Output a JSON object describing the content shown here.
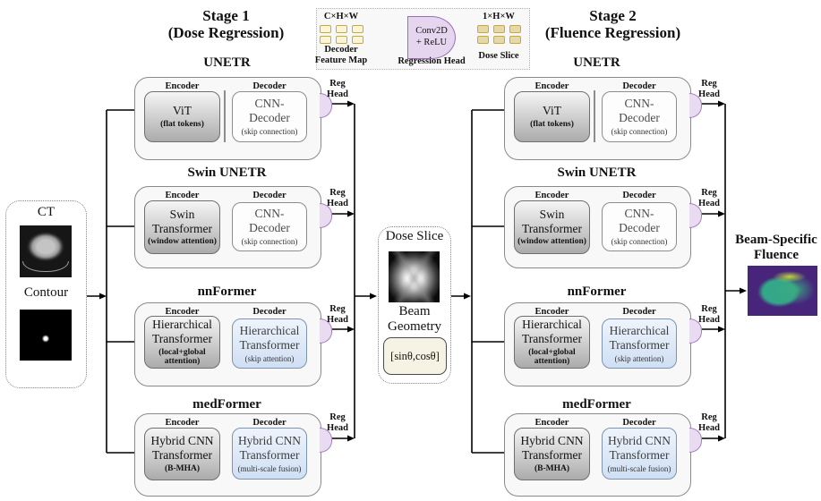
{
  "stage1": {
    "title1": "Stage 1",
    "title2": "(Dose Regression)"
  },
  "stage2": {
    "title1": "Stage 2",
    "title2": "(Fluence Regression)"
  },
  "labels": {
    "encoder": "Encoder",
    "decoder": "Decoder",
    "reg1": "Reg",
    "reg2": "Head"
  },
  "legend": {
    "in_dims": "C×H×W",
    "in_cap1": "Decoder",
    "in_cap2": "Feature Map",
    "head1": "Conv2D",
    "head2": "+ ReLU",
    "head_cap": "Regression Head",
    "out_dims": "1×H×W",
    "out_cap": "Dose Slice"
  },
  "input_panel": {
    "ct": "CT",
    "contour": "Contour"
  },
  "middle_panel": {
    "dose": "Dose Slice",
    "beam1": "Beam",
    "beam2": "Geometry",
    "beam_value": "[sinθ,cosθ]"
  },
  "output_panel": {
    "title1": "Beam-Specific",
    "title2": "Fluence"
  },
  "rows": [
    {
      "title": "UNETR",
      "enc": {
        "l1": "ViT",
        "l2": "",
        "sub": "(flat tokens)"
      },
      "dec": {
        "l1": "CNN-Decoder",
        "l2": "",
        "sub": "(skip connection)"
      }
    },
    {
      "title": "Swin UNETR",
      "enc": {
        "l1": "Swin",
        "l2": "Transformer",
        "sub": "(window attention)"
      },
      "dec": {
        "l1": "CNN-Decoder",
        "l2": "",
        "sub": "(skip connection)"
      }
    },
    {
      "title": "nnFormer",
      "enc": {
        "l1": "Hierarchical",
        "l2": "Transformer",
        "sub": "(local+global attention)"
      },
      "dec": {
        "l1": "Hierarchical",
        "l2": "Transformer",
        "sub": "(skip attention)"
      }
    },
    {
      "title": "medFormer",
      "enc": {
        "l1": "Hybrid CNN",
        "l2": "Transformer",
        "sub": "(B-MHA)"
      },
      "dec": {
        "l1": "Hybrid CNN",
        "l2": "Transformer",
        "sub": "(multi-scale fusion)"
      }
    }
  ],
  "colors": {
    "reg_head_fill": "#e9dcf2",
    "reg_head_border": "#a87cc0",
    "feature_square_fill": "#fbf5d5",
    "dose_square_fill": "#e7d9a6",
    "square_border": "#c9a83c",
    "decoder_blue": "#d8e4f5",
    "fluence_bg": "#46257b",
    "fluence_blob": "#34a788"
  }
}
